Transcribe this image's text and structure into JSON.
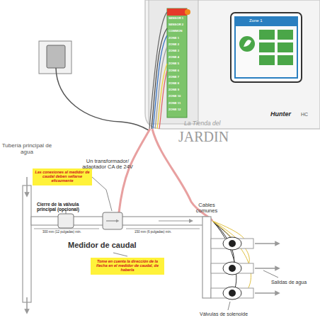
{
  "diagram": {
    "nodes": [
      {
        "text": [
          "Las conexiones al medidor de caudal deben sellarse eficazmente"
        ]
      },
      {
        "text": [
          "Tome en cuenta la dirección de la flecha en el medidor de caudal, de haberla"
        ]
      }
    ],
    "labels": [
      "Un transformador/ adaptador CA de 24V",
      "Tubería principal de agua",
      "Cierre de la válvula principal (opcional)",
      "300 mm (12 pulgadas) min.",
      "150 mm (6 pulgadas) min.",
      "Medidor de caudal",
      "Cables comunes",
      "Salidas de agua",
      "Válvulas de solenoide",
      "La Tienda del",
      "JARDIN",
      "Hunter",
      "HC",
      "Zone 1",
      "SENSOR 1",
      "SENSOR 2",
      "COMMON",
      "ZONE 1",
      "ZONE 2",
      "ZONE 3",
      "ZONE 4",
      "ZONE 5",
      "ZONE 6",
      "ZONE 7",
      "ZONE 8",
      "ZONE 9",
      "ZONE 10",
      "ZONE 11",
      "ZONE 12"
    ]
  }
}
